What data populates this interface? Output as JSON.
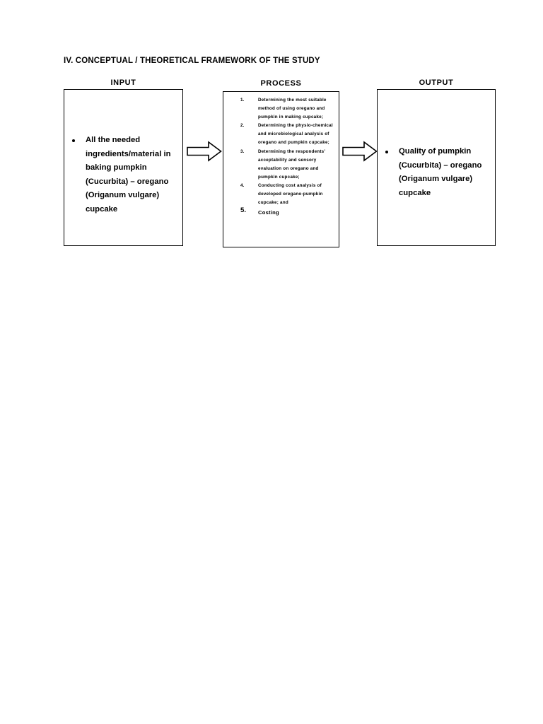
{
  "document": {
    "section_title": "IV. CONCEPTUAL / THEORETICAL FRAMEWORK OF THE STUDY",
    "background_color": "#ffffff",
    "ink_color": "#000000"
  },
  "framework": {
    "columns": {
      "input_heading": "INPUT",
      "process_heading": "PROCESS",
      "output_heading": "OUTPUT"
    },
    "input": {
      "items": [
        "All the needed ingredients/material in baking pumpkin (Cucurbita) – oregano (Origanum vulgare) cupcake"
      ]
    },
    "process": {
      "items": [
        {
          "number": "1.",
          "text": "Determining the most suitable method of using oregano and pumpkin in making cupcake;"
        },
        {
          "number": "2.",
          "text": "Determining the physio-chemical and microbiological analysis of oregano and pumpkin cupcake;"
        },
        {
          "number": "3.",
          "text": "Determining the respondents’ acceptability and sensory evaluation on oregano and pumpkin cupcake;"
        },
        {
          "number": "4.",
          "text": "Conducting cost analysis of developed oregano-pumpkin cupcake; and"
        },
        {
          "number": "5.",
          "text": "Costing"
        }
      ]
    },
    "output": {
      "items": [
        "Quality of pumpkin (Cucurbita) – oregano (Origanum vulgare) cupcake"
      ]
    },
    "arrows": [
      {
        "name": "input-to-process-arrow",
        "direction": "right"
      },
      {
        "name": "process-to-output-arrow",
        "direction": "right"
      }
    ]
  }
}
